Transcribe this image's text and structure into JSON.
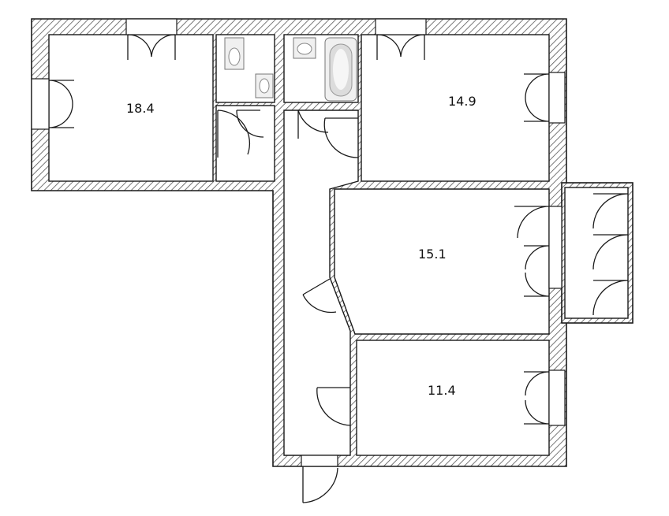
{
  "rooms": [
    {
      "id": "room-living",
      "area": "18.4"
    },
    {
      "id": "room-northeast",
      "area": "14.9"
    },
    {
      "id": "room-middle",
      "area": "15.1"
    },
    {
      "id": "room-southeast",
      "area": "11.4"
    }
  ],
  "colors": {
    "wall_stroke": "#1a1a1a",
    "hatch": "#555555",
    "background": "#ffffff"
  },
  "icons": [
    "toilet-icon",
    "sink-icon",
    "bathtub-icon",
    "door-icon",
    "window-icon"
  ]
}
